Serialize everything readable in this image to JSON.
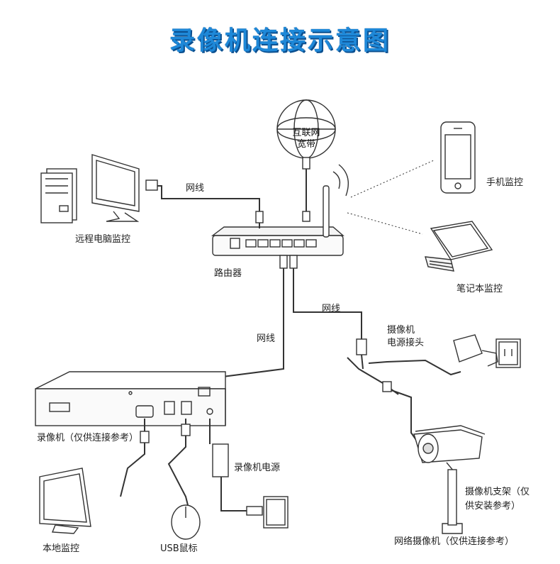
{
  "title": "录像机连接示意图",
  "internet": {
    "line1": "互联网",
    "line2": "宽带"
  },
  "labels": {
    "remote_pc": "远程电脑监控",
    "router": "路由器",
    "phone": "手机监控",
    "laptop": "笔记本监控",
    "cable_left": "网线",
    "cable_mid": "网线",
    "cable_right": "网线",
    "camera_power_1": "摄像机",
    "camera_power_2": "电源接头",
    "nvr": "录像机（仅供连接参考）",
    "nvr_power": "录像机电源",
    "local_monitor": "本地监控",
    "usb_mouse": "USB鼠标",
    "bracket_1": "摄像机支架（仅",
    "bracket_2": "供安装参考）",
    "ip_camera": "网络摄像机（仅供连接参考）"
  }
}
